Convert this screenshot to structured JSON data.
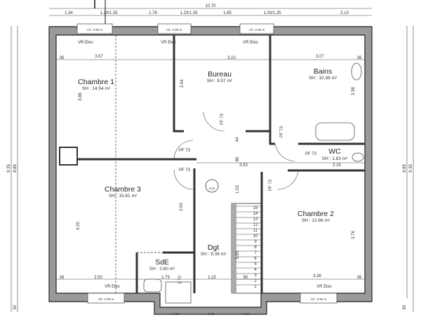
{
  "plan": {
    "overall_width": "10.70",
    "top_segments": [
      "1.34",
      "1.20/1.25",
      "1.78",
      "1.20/1.25",
      "1.85",
      "1.20/1.25",
      "2.13"
    ],
    "left_dims": [
      "9.35",
      "8.85",
      "50"
    ],
    "right_dims": [
      "8.85",
      "9.35",
      "50"
    ],
    "window_label": "All : 0.90 m",
    "small_window_label": ": 0.10",
    "shutter_label": "VR Elec",
    "door_label": "PF 73",
    "level_marker": "3.24",
    "rooms": [
      {
        "name": "Chambre 1",
        "area": "SH : 14.54 m²"
      },
      {
        "name": "Bureau",
        "area": "SH : 9.07 m²"
      },
      {
        "name": "Bains",
        "area": "SH : 10.38 m²"
      },
      {
        "name": "WC",
        "area": "SH : 1.83 m²"
      },
      {
        "name": "Chambre 3",
        "area": "SH : 15.81 m²"
      },
      {
        "name": "Chambre 2",
        "area": "SH : 12.66 m²"
      },
      {
        "name": "Dgt",
        "area": "SH : 9.39 m²"
      },
      {
        "name": "SdE",
        "area": "SH : 2.60 m²"
      }
    ],
    "interior_dims": [
      "3.67",
      "3.10",
      "3.07",
      "36",
      "3.86",
      "2.94",
      "3.38",
      "4.20",
      "2.93",
      "3.76",
      "3.30",
      "3.33",
      "2.15",
      "44",
      "85",
      "1.03",
      "2.50",
      "1.79",
      "1.70",
      "1.15",
      "90",
      "3.38",
      "36",
      "36",
      "36"
    ],
    "stair_steps": [
      "1",
      "2",
      "3",
      "4",
      "5",
      "6",
      "7",
      "8",
      "9",
      "10",
      "11",
      "12",
      "13",
      "14",
      "15"
    ]
  }
}
